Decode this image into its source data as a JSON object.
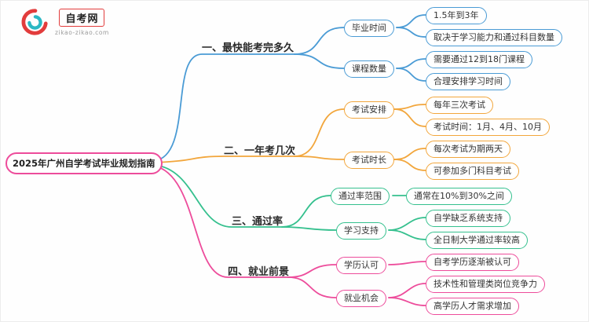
{
  "brand": {
    "name": "自考网",
    "domain": "zikao-zikao.com"
  },
  "colors": {
    "branch1_blue": "#4a9bd5",
    "branch2_orange": "#f2a63c",
    "branch3_green": "#35c08e",
    "branch4_pink": "#ed4c9b",
    "logo_red": "#e23c3c",
    "logo_cyan": "#2bb8c4"
  },
  "root": {
    "label": "2025年广州自学考试毕业规划指南"
  },
  "branches": [
    {
      "label": "一、最快能考完多久",
      "color": "#4a9bd5",
      "children": [
        {
          "label": "毕业时间",
          "children": [
            {
              "label": "1.5年到3年"
            },
            {
              "label": "取决于学习能力和通过科目数量"
            }
          ]
        },
        {
          "label": "课程数量",
          "children": [
            {
              "label": "需要通过12到18门课程"
            },
            {
              "label": "合理安排学习时间"
            }
          ]
        }
      ]
    },
    {
      "label": "二、一年考几次",
      "color": "#f2a63c",
      "children": [
        {
          "label": "考试安排",
          "children": [
            {
              "label": "每年三次考试"
            },
            {
              "label": "考试时间：1月、4月、10月"
            }
          ]
        },
        {
          "label": "考试时长",
          "children": [
            {
              "label": "每次考试为期两天"
            },
            {
              "label": "可参加多门科目考试"
            }
          ]
        }
      ]
    },
    {
      "label": "三、通过率",
      "color": "#35c08e",
      "children": [
        {
          "label": "通过率范围",
          "children": [
            {
              "label": "通常在10%到30%之间"
            }
          ]
        },
        {
          "label": "学习支持",
          "children": [
            {
              "label": "自学缺乏系统支持"
            },
            {
              "label": "全日制大学通过率较高"
            }
          ]
        }
      ]
    },
    {
      "label": "四、就业前景",
      "color": "#ed4c9b",
      "children": [
        {
          "label": "学历认可",
          "children": [
            {
              "label": "自考学历逐渐被认可"
            }
          ]
        },
        {
          "label": "就业机会",
          "children": [
            {
              "label": "技术性和管理类岗位竞争力"
            },
            {
              "label": "高学历人才需求增加"
            }
          ]
        }
      ]
    }
  ]
}
